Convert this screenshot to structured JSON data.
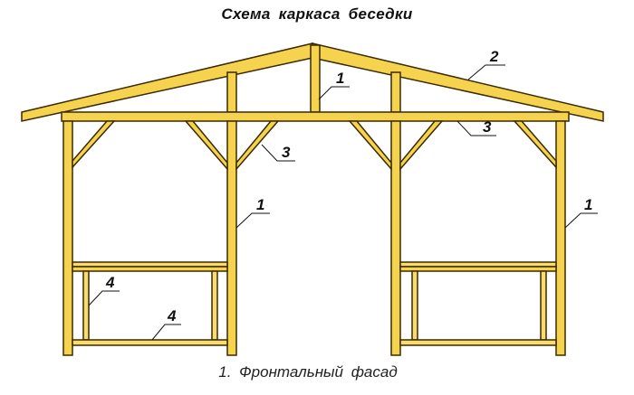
{
  "title": "Схема каркаса беседки",
  "caption": "1. Фронтальный фасад",
  "colors": {
    "wood": "#F5D34E",
    "wood_light": "#F8DC70",
    "outline": "#3a2a00",
    "leader": "#111111",
    "background": "#ffffff"
  },
  "labels": [
    {
      "id": "post-center",
      "text": "1"
    },
    {
      "id": "rafter",
      "text": "2"
    },
    {
      "id": "brace-left",
      "text": "3"
    },
    {
      "id": "top-beam",
      "text": "3"
    },
    {
      "id": "post-left-inner",
      "text": "1"
    },
    {
      "id": "post-right-outer",
      "text": "1"
    },
    {
      "id": "rail-vertical",
      "text": "4"
    },
    {
      "id": "rail-bottom",
      "text": "4"
    }
  ]
}
